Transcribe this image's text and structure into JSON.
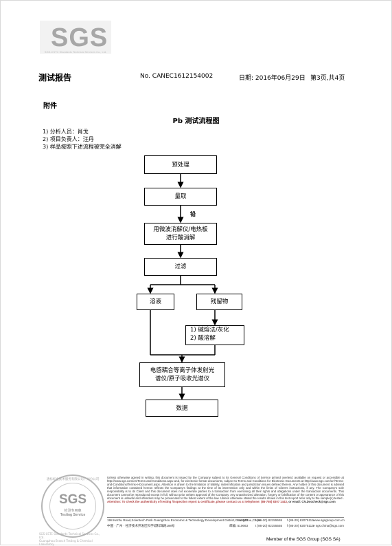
{
  "logo": {
    "text": "SGS",
    "subtext": "SGS-CSTC Standards Technical Services Co., Ltd."
  },
  "header": {
    "title": "测试报告",
    "report_no": "No. CANEC1612154002",
    "date": "日期: 2016年06月29日",
    "page": "第3页,共4页"
  },
  "annex": "附件",
  "flow_title": "Pb 测试流程图",
  "notes": [
    "1)  分析人员：肖戈",
    "2)  项目负责人：汪丹",
    "3)  样品按照下述流程被完全消解"
  ],
  "flow": {
    "pretreat": "预处理",
    "weigh": "量取",
    "side_glyph": "铅",
    "digest_line1": "用微波消解仪/电热板",
    "digest_line2": "进行酸消解",
    "filter": "过滤",
    "solution": "溶液",
    "residue": "残留物",
    "treat_line1": "1)  碱熔法/灰化",
    "treat_line2": "2)  酸溶解",
    "icp_line1": "电感耦合等离子体发射光",
    "icp_line2": "谱仪/原子吸收光谱仪",
    "data": "数据"
  },
  "seal": {
    "arc": "通标标准技术服务有限公司广州分公司",
    "name": "SGS",
    "cn": "检测专用章",
    "en": "Testing Service"
  },
  "footer": {
    "legal": "Unless otherwise agreed in writing, this document is issued by the Company subject to its General Conditions of Service printed overleaf, available on request or accessible at http://www.sgs.com/en/Terms-and-Conditions.aspx and, for electronic format documents, subject to Terms and Conditions for Electronic Documents at http://www.sgs.com/en/Terms-and-Conditions/Terms-e-Document.aspx. Attention is drawn to the limitation of liability, indemnification and jurisdiction issues defined therein. Any holder of this document is advised that information contained hereon reflects the Company's findings at the time of its intervention only and within the limits of Client's instructions, if any. The Company's sole responsibility is to its Client and this document does not exonerate parties to a transaction from exercising all their rights and obligations under the transaction documents. This document cannot be reproduced except in full, without prior written approval of the Company. Any unauthorized alteration, forgery or falsification of the content or appearance of this document is unlawful and offenders may be prosecuted to the fullest extent of the law. Unless otherwise stated the results shown in this test report refer only to the sample(s) tested .",
    "alert": "Attention: To check the authenticity of testing /inspection report & certificate, please contact us at telephone: (86-755) 8307 1443,",
    "alert2": "or email: CN.Doccheck@sgs.com",
    "addr_en": "198 Kezhu Road,Scientech Park Guangzhou Economic & Technology Development District,Guangzhou,China",
    "zip_en": "510663",
    "tel_en": "t (86-20) 82155555",
    "fax_en": "f (86-20) 82075113",
    "web_en": "www.sgsgroup.com.cn",
    "addr_cn": "中国 · 广州 · 经济技术开发区科学城科珠路198号",
    "zip_cn": "邮编: 510663",
    "tel_cn": "t (86-20) 82155555",
    "fax_cn": "f (86-20) 82075113",
    "web_cn": "e sgs.china@sgs.com",
    "side_cn1": "SGS-CSTC Standards Technical Services Co., Ltd.",
    "side_cn2": "Guangzhou Branch Testing & Chemical Laboratory",
    "member": "Member of the SGS Group (SGS SA)"
  }
}
